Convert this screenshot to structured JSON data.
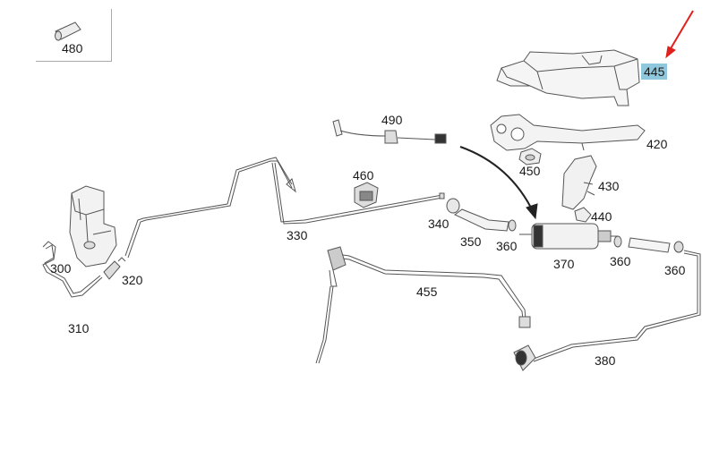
{
  "labels": {
    "p480": "480",
    "p445": "445",
    "p490": "490",
    "p420": "420",
    "p450": "450",
    "p460": "460",
    "p430": "430",
    "p440": "440",
    "p340": "340",
    "p330": "330",
    "p350": "350",
    "p360a": "360",
    "p300": "300",
    "p320": "320",
    "p370": "370",
    "p360b": "360",
    "p360c": "360",
    "p455": "455",
    "p310": "310",
    "p380": "380"
  },
  "highlight": {
    "part": "445",
    "color": "#8fc7dc",
    "arrow_color": "#e0201c"
  }
}
